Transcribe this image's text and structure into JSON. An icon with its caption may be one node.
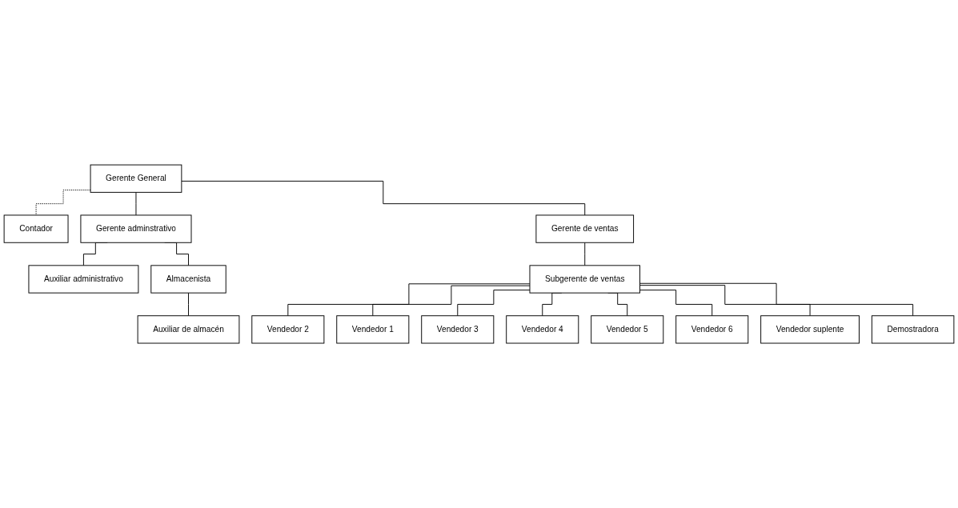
{
  "diagram": {
    "nodes": [
      {
        "text": [
          "Gerente General"
        ]
      },
      {
        "text": [
          "Contador"
        ]
      },
      {
        "text": [
          "Gerente adminstrativo"
        ]
      },
      {
        "text": [
          "Gerente de ventas"
        ]
      },
      {
        "text": [
          "Auxiliar administrativo"
        ]
      },
      {
        "text": [
          "Almacenista"
        ]
      },
      {
        "text": [
          "Subgerente de ventas"
        ]
      },
      {
        "text": [
          "Auxiliar de almacén"
        ]
      },
      {
        "text": [
          "Vendedor 2"
        ]
      },
      {
        "text": [
          "Vendedor 1"
        ]
      },
      {
        "text": [
          "Vendedor 3"
        ]
      },
      {
        "text": [
          "Vendedor 4"
        ]
      },
      {
        "text": [
          "Vendedor 5"
        ]
      },
      {
        "text": [
          "Vendedor 6"
        ]
      },
      {
        "text": [
          "Vendedor suplente"
        ]
      },
      {
        "text": [
          "Demostradora"
        ]
      }
    ],
    "edges": [
      {
        "from": 0,
        "to": 1,
        "arrow": "none",
        "style": "dashed"
      },
      {
        "from": 0,
        "to": 2,
        "arrow": "none"
      },
      {
        "from": 0,
        "to": 3,
        "arrow": "none"
      },
      {
        "from": 2,
        "to": 4,
        "arrow": "none"
      },
      {
        "from": 2,
        "to": 5,
        "arrow": "none"
      },
      {
        "from": 5,
        "to": 7,
        "arrow": "none"
      },
      {
        "from": 3,
        "to": 6,
        "arrow": "none"
      },
      {
        "from": 6,
        "to": 8,
        "arrow": "none"
      },
      {
        "from": 6,
        "to": 9,
        "arrow": "none"
      },
      {
        "from": 6,
        "to": 10,
        "arrow": "none"
      },
      {
        "from": 6,
        "to": 11,
        "arrow": "none"
      },
      {
        "from": 6,
        "to": 12,
        "arrow": "none"
      },
      {
        "from": 6,
        "to": 13,
        "arrow": "none"
      },
      {
        "from": 6,
        "to": 14,
        "arrow": "none"
      },
      {
        "from": 6,
        "to": 15,
        "arrow": "none"
      }
    ]
  }
}
